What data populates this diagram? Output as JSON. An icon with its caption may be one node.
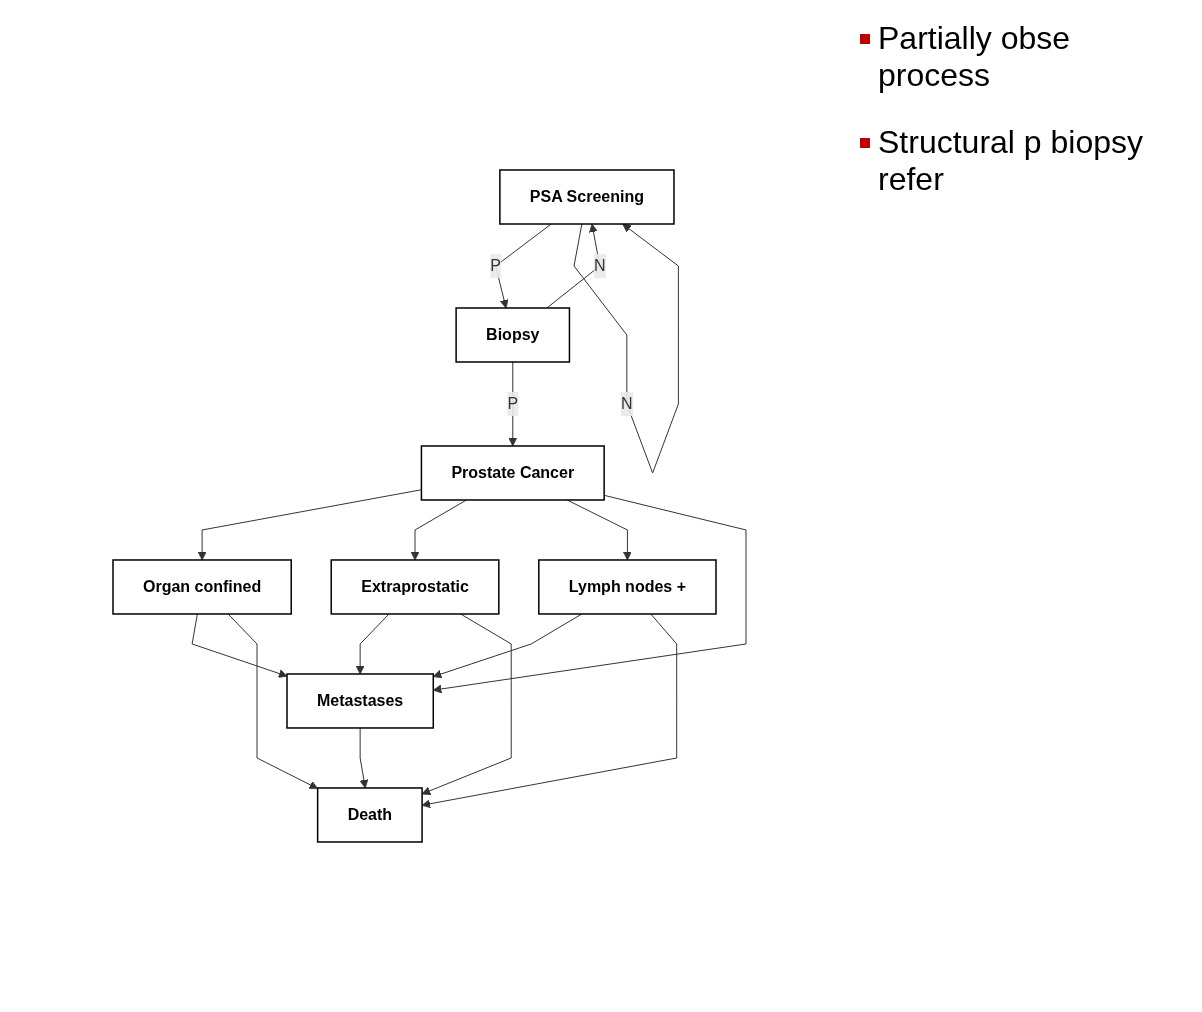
{
  "diagram": {
    "nodes": [
      {
        "text": [
          "PSA Screening"
        ]
      },
      {
        "text": [
          "Biopsy"
        ]
      },
      {
        "text": [
          "Prostate Cancer"
        ]
      },
      {
        "text": [
          "Organ confined"
        ]
      },
      {
        "text": [
          "Extraprostatic"
        ]
      },
      {
        "text": [
          "Lymph nodes +"
        ]
      },
      {
        "text": [
          "Metastases"
        ]
      },
      {
        "text": [
          "Death"
        ]
      }
    ],
    "edges": [
      {
        "from": 0,
        "to": 1,
        "label": "P",
        "arrow": "to"
      },
      {
        "from": 0,
        "to": 0,
        "label": "N",
        "arrow": "to"
      },
      {
        "from": 1,
        "to": 0,
        "label": "N",
        "arrow": "to"
      },
      {
        "from": 1,
        "to": 2,
        "label": "P",
        "arrow": "to"
      },
      {
        "from": 2,
        "to": 3,
        "arrow": "to"
      },
      {
        "from": 2,
        "to": 4,
        "arrow": "to"
      },
      {
        "from": 2,
        "to": 5,
        "arrow": "to"
      },
      {
        "from": 2,
        "to": 6,
        "arrow": "to"
      },
      {
        "from": 3,
        "to": 6,
        "arrow": "to"
      },
      {
        "from": 3,
        "to": 7,
        "arrow": "to"
      },
      {
        "from": 4,
        "to": 6,
        "arrow": "to"
      },
      {
        "from": 4,
        "to": 7,
        "arrow": "to"
      },
      {
        "from": 5,
        "to": 6,
        "arrow": "to"
      },
      {
        "from": 5,
        "to": 7,
        "arrow": "to"
      },
      {
        "from": 6,
        "to": 7,
        "arrow": "to"
      }
    ],
    "labels": [
      "Partially obse process",
      "Structural p biopsy refer"
    ]
  }
}
